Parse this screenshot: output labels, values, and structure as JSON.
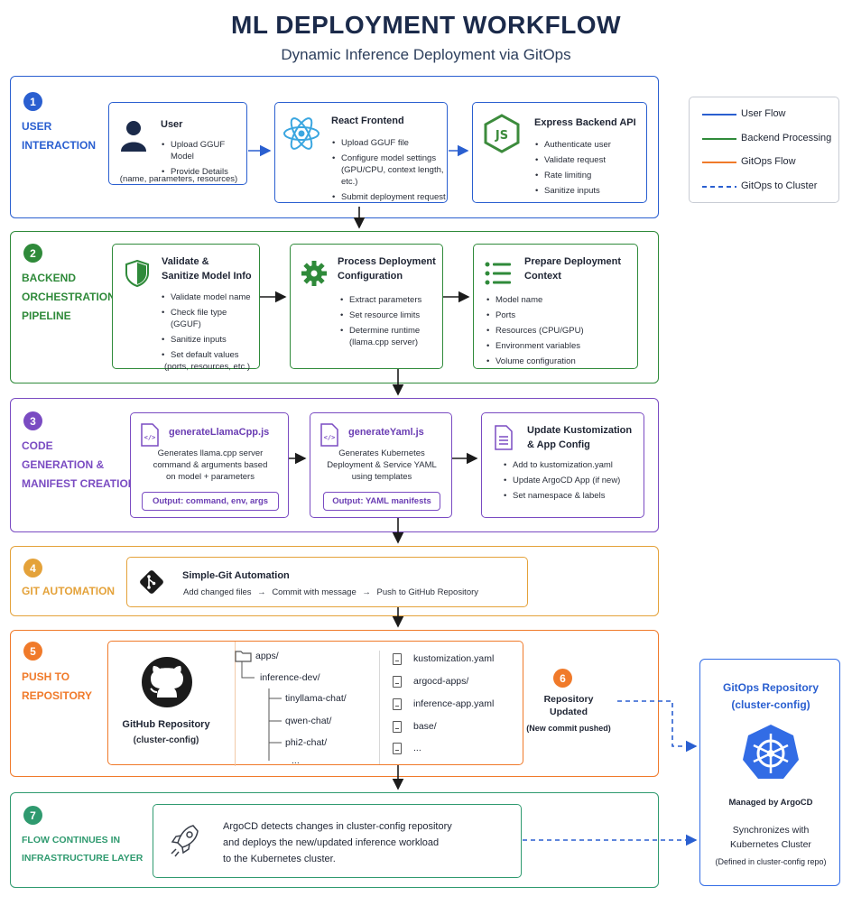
{
  "title": "ML DEPLOYMENT WORKFLOW",
  "subtitle": "Dynamic Inference Deployment via GitOps",
  "colors": {
    "user": "#2a5fd0",
    "backend": "#2f8a3a",
    "code": "#7a4bc2",
    "git": "#e4a23a",
    "push": "#f07a2a",
    "infra": "#2f9a6f",
    "k8s": "#326ce5"
  },
  "legend": [
    {
      "label": "User Flow",
      "color": "#2a5fd0",
      "style": "solid"
    },
    {
      "label": "Backend Processing",
      "color": "#2f8a3a",
      "style": "solid"
    },
    {
      "label": "GitOps Flow",
      "color": "#f07a2a",
      "style": "solid"
    },
    {
      "label": "GitOps to Cluster",
      "color": "#2a5fd0",
      "style": "dashed"
    }
  ],
  "stage1": {
    "number": "1",
    "label_lines": [
      "USER",
      "INTERACTION"
    ],
    "user": {
      "title": "User",
      "items": [
        "Upload GGUF Model",
        "Provide Details"
      ],
      "note": "(name, parameters, resources)"
    },
    "frontend": {
      "title": "React Frontend",
      "items": [
        "Upload GGUF file",
        "Configure model settings",
        "Submit deployment request"
      ],
      "item2_sub": "(GPU/CPU, context length, etc.)"
    },
    "backend": {
      "title": "Express Backend API",
      "items": [
        "Authenticate user",
        "Validate request",
        "Rate limiting",
        "Sanitize inputs"
      ]
    }
  },
  "stage2": {
    "number": "2",
    "label_lines": [
      "BACKEND",
      "ORCHESTRATION",
      "PIPELINE"
    ],
    "validate": {
      "title_lines": [
        "Validate &",
        "Sanitize Model Info"
      ],
      "items": [
        "Validate model name",
        "Check file type (GGUF)",
        "Sanitize inputs",
        "Set default values"
      ],
      "item4_sub": "(ports, resources, etc.)"
    },
    "process": {
      "title_lines": [
        "Process Deployment",
        "Configuration"
      ],
      "items": [
        "Extract parameters",
        "Set resource limits",
        "Determine runtime"
      ],
      "item3_sub": "(llama.cpp server)"
    },
    "prepare": {
      "title_lines": [
        "Prepare Deployment",
        "Context"
      ],
      "items": [
        "Model name",
        "Ports",
        "Resources (CPU/GPU)",
        "Environment variables",
        "Volume configuration"
      ]
    }
  },
  "stage3": {
    "number": "3",
    "label_lines": [
      "CODE",
      "GENERATION &",
      "MANIFEST CREATION"
    ],
    "llama": {
      "title": "generateLlamaCpp.js",
      "desc_lines": [
        "Generates llama.cpp server",
        "command & arguments based",
        "on model + parameters"
      ],
      "output": "Output: command, env, args"
    },
    "yaml": {
      "title": "generateYaml.js",
      "desc_lines": [
        "Generates Kubernetes",
        "Deployment & Service YAML",
        "using templates"
      ],
      "output": "Output: YAML manifests"
    },
    "kustom": {
      "title_lines": [
        "Update Kustomization",
        "& App Config"
      ],
      "items": [
        "Add to kustomization.yaml",
        "Update ArgoCD App (if new)",
        "Set namespace & labels"
      ]
    }
  },
  "stage4": {
    "number": "4",
    "label": "GIT AUTOMATION",
    "title": "Simple-Git Automation",
    "steps": [
      "Add changed files",
      "Commit with message",
      "Push to GitHub Repository"
    ],
    "arrow": "→"
  },
  "stage5": {
    "number": "5",
    "label_lines": [
      "PUSH TO",
      "REPOSITORY"
    ],
    "repo_title": "GitHub Repository",
    "repo_sub": "(cluster-config)",
    "tree": [
      "apps/",
      "inference-dev/",
      "tinyllama-chat/",
      "qwen-chat/",
      "phi2-chat/",
      "..."
    ],
    "files": [
      "kustomization.yaml",
      "argocd-apps/",
      "inference-app.yaml",
      "base/",
      "..."
    ],
    "updated": {
      "number": "6",
      "line1": "Repository",
      "line2": "Updated",
      "note": "(New commit pushed)"
    }
  },
  "stage7": {
    "number": "7",
    "label_lines": [
      "FLOW CONTINUES IN",
      "INFRASTRUCTURE LAYER"
    ],
    "text_lines": [
      "ArgoCD detects changes in cluster-config repository",
      "and deploys the new/updated inference workload",
      "to the Kubernetes cluster."
    ]
  },
  "gitops": {
    "title_lines": [
      "GitOps Repository",
      "(cluster-config)"
    ],
    "managed": "Managed by ArgoCD",
    "sync_lines": [
      "Synchronizes with",
      "Kubernetes Cluster"
    ],
    "note": "(Defined in cluster-config repo)"
  }
}
